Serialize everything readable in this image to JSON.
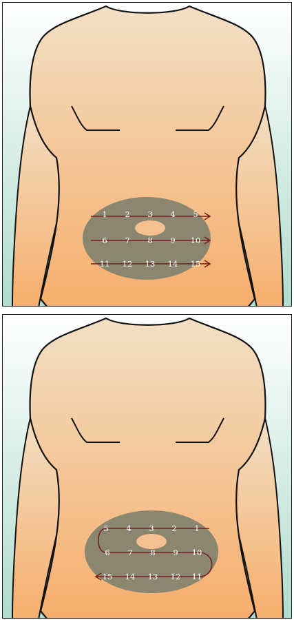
{
  "panels": [
    {
      "id": "top",
      "rows": [
        [
          "1",
          "2",
          "3",
          "4",
          "5"
        ],
        [
          "6",
          "7",
          "8",
          "9",
          "10"
        ],
        [
          "11",
          "12",
          "13",
          "14",
          "15"
        ]
      ],
      "arrow_pattern": "left-to-right on each row"
    },
    {
      "id": "bottom",
      "rows": [
        [
          "5",
          "4",
          "3",
          "2",
          "1"
        ],
        [
          "6",
          "7",
          "8",
          "9",
          "10"
        ],
        [
          "15",
          "14",
          "13",
          "12",
          "11"
        ]
      ],
      "arrow_pattern": "serpentine, starting at top-right"
    }
  ],
  "colors": {
    "background_top": "#ffffff",
    "background_bottom": "#b0dccd",
    "skin_top": "#f2dfc4",
    "skin_bottom": "#f6ae6c",
    "injection_zone": "#8a8670",
    "arrow": "#7a1e1e",
    "outline": "#111111",
    "number_text": "#ffffff"
  },
  "icons": [
    "torso-illustration",
    "navel-icon",
    "arrow-icon"
  ]
}
